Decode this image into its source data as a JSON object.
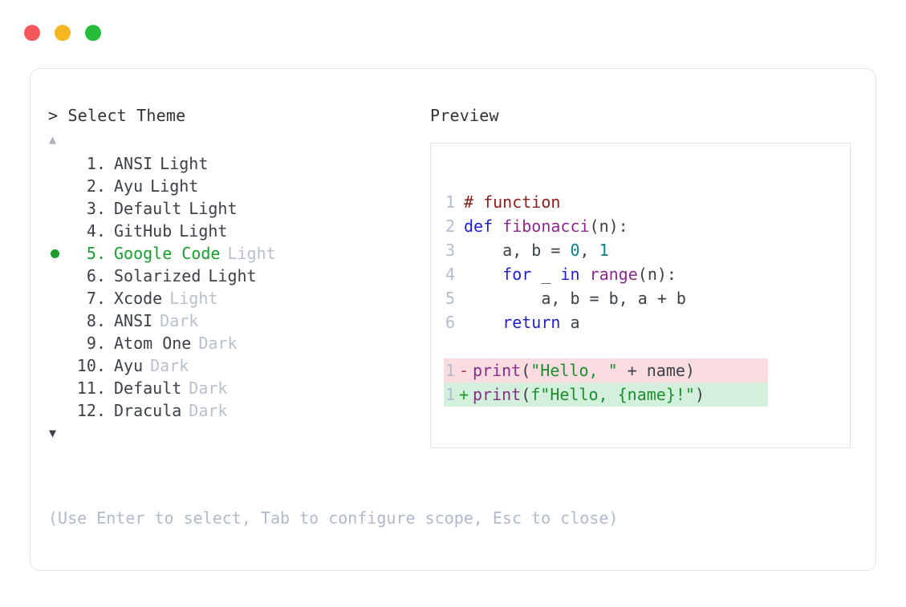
{
  "window": {
    "traffic_lights": [
      {
        "name": "close-dot",
        "color": "#f4585a"
      },
      {
        "name": "minimize-dot",
        "color": "#f6b621"
      },
      {
        "name": "maximize-dot",
        "color": "#27bd3c"
      }
    ]
  },
  "select_panel": {
    "title": "> Select Theme",
    "scroll_up": "▲",
    "scroll_down": "▼",
    "selected_index": 5,
    "items": [
      {
        "index": "1.",
        "name": "ANSI",
        "variant": "Light",
        "variant_strong": true,
        "selected": false
      },
      {
        "index": "2.",
        "name": "Ayu",
        "variant": "Light",
        "variant_strong": true,
        "selected": false
      },
      {
        "index": "3.",
        "name": "Default",
        "variant": "Light",
        "variant_strong": true,
        "selected": false
      },
      {
        "index": "4.",
        "name": "GitHub",
        "variant": "Light",
        "variant_strong": true,
        "selected": false
      },
      {
        "index": "5.",
        "name": "Google Code",
        "variant": "Light",
        "variant_strong": false,
        "selected": true
      },
      {
        "index": "6.",
        "name": "Solarized",
        "variant": "Light",
        "variant_strong": true,
        "selected": false
      },
      {
        "index": "7.",
        "name": "Xcode",
        "variant": "Light",
        "variant_strong": false,
        "selected": false
      },
      {
        "index": "8.",
        "name": "ANSI",
        "variant": "Dark",
        "variant_strong": false,
        "selected": false
      },
      {
        "index": "9.",
        "name": "Atom One",
        "variant": "Dark",
        "variant_strong": false,
        "selected": false
      },
      {
        "index": "10.",
        "name": "Ayu",
        "variant": "Dark",
        "variant_strong": false,
        "selected": false
      },
      {
        "index": "11.",
        "name": "Default",
        "variant": "Dark",
        "variant_strong": false,
        "selected": false
      },
      {
        "index": "12.",
        "name": "Dracula",
        "variant": "Dark",
        "variant_strong": false,
        "selected": false
      }
    ]
  },
  "hint": "(Use Enter to select, Tab to configure scope, Esc to close)",
  "preview": {
    "title": "Preview",
    "code_lines": [
      {
        "no": "1",
        "tokens": [
          {
            "t": "# function",
            "c": "comment"
          }
        ]
      },
      {
        "no": "2",
        "tokens": [
          {
            "t": "def ",
            "c": "keyword"
          },
          {
            "t": "fibonacci",
            "c": "func"
          },
          {
            "t": "(n):",
            "c": "plain"
          }
        ]
      },
      {
        "no": "3",
        "tokens": [
          {
            "t": "    a, b = ",
            "c": "plain"
          },
          {
            "t": "0",
            "c": "number"
          },
          {
            "t": ", ",
            "c": "plain"
          },
          {
            "t": "1",
            "c": "number"
          }
        ]
      },
      {
        "no": "4",
        "tokens": [
          {
            "t": "    ",
            "c": "plain"
          },
          {
            "t": "for",
            "c": "keyword"
          },
          {
            "t": " _ ",
            "c": "plain"
          },
          {
            "t": "in",
            "c": "keyword"
          },
          {
            "t": " ",
            "c": "plain"
          },
          {
            "t": "range",
            "c": "func"
          },
          {
            "t": "(n):",
            "c": "plain"
          }
        ]
      },
      {
        "no": "5",
        "tokens": [
          {
            "t": "        a, b = b, a + b",
            "c": "plain"
          }
        ]
      },
      {
        "no": "6",
        "tokens": [
          {
            "t": "    ",
            "c": "plain"
          },
          {
            "t": "return",
            "c": "keyword"
          },
          {
            "t": " a",
            "c": "plain"
          }
        ]
      }
    ],
    "diff_lines": [
      {
        "no": "1",
        "sign": "-",
        "kind": "removed",
        "tokens": [
          {
            "t": "print",
            "c": "func"
          },
          {
            "t": "(",
            "c": "plain"
          },
          {
            "t": "\"Hello, \"",
            "c": "string"
          },
          {
            "t": " + name)",
            "c": "plain"
          }
        ]
      },
      {
        "no": "1",
        "sign": "+",
        "kind": "added",
        "tokens": [
          {
            "t": "print",
            "c": "func"
          },
          {
            "t": "(",
            "c": "plain"
          },
          {
            "t": "f\"Hello, {name}!\"",
            "c": "string"
          },
          {
            "t": ")",
            "c": "plain"
          }
        ]
      }
    ]
  },
  "colors": {
    "accent_green": "#1a9d2f",
    "muted": "#b9c0cc",
    "text": "#3c4148",
    "diff_removed_bg": "#fadce1",
    "diff_added_bg": "#d2f0dc",
    "card_border": "#e2e5ea"
  }
}
